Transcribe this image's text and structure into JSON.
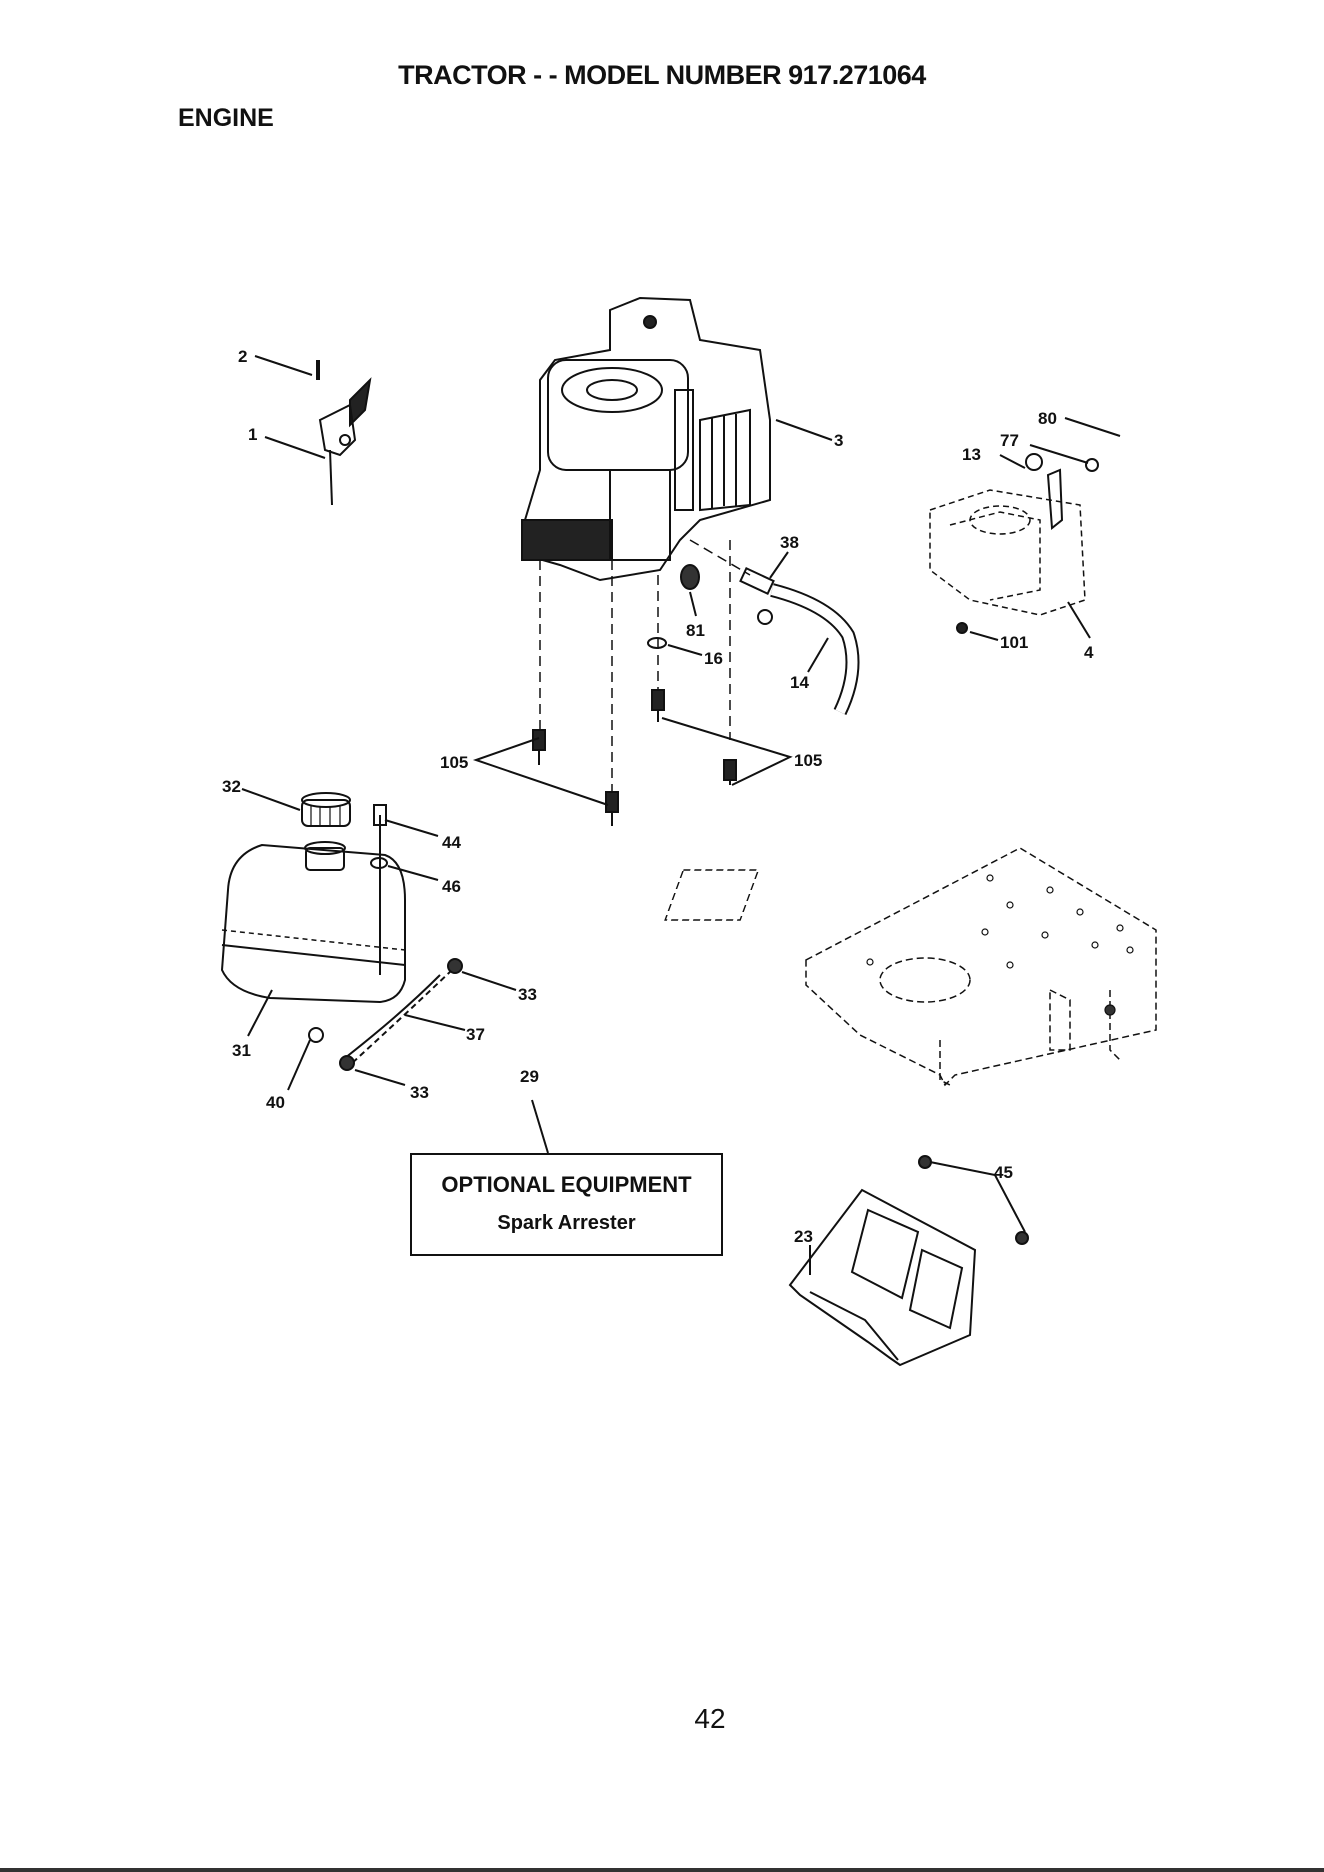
{
  "header": {
    "title": "TRACTOR - - MODEL NUMBER 917.271064",
    "section": "ENGINE"
  },
  "callouts": {
    "c1": "1",
    "c2": "2",
    "c3": "3",
    "c4": "4",
    "c13": "13",
    "c14": "14",
    "c16": "16",
    "c23": "23",
    "c29": "29",
    "c31": "31",
    "c32": "32",
    "c33a": "33",
    "c33b": "33",
    "c37": "37",
    "c38": "38",
    "c40": "40",
    "c44": "44",
    "c45": "45",
    "c46": "46",
    "c77": "77",
    "c80": "80",
    "c81": "81",
    "c101": "101",
    "c105a": "105",
    "c105b": "105"
  },
  "optional_box": {
    "title": "OPTIONAL EQUIPMENT",
    "item": "Spark Arrester"
  },
  "footer": {
    "page_number": "42"
  }
}
